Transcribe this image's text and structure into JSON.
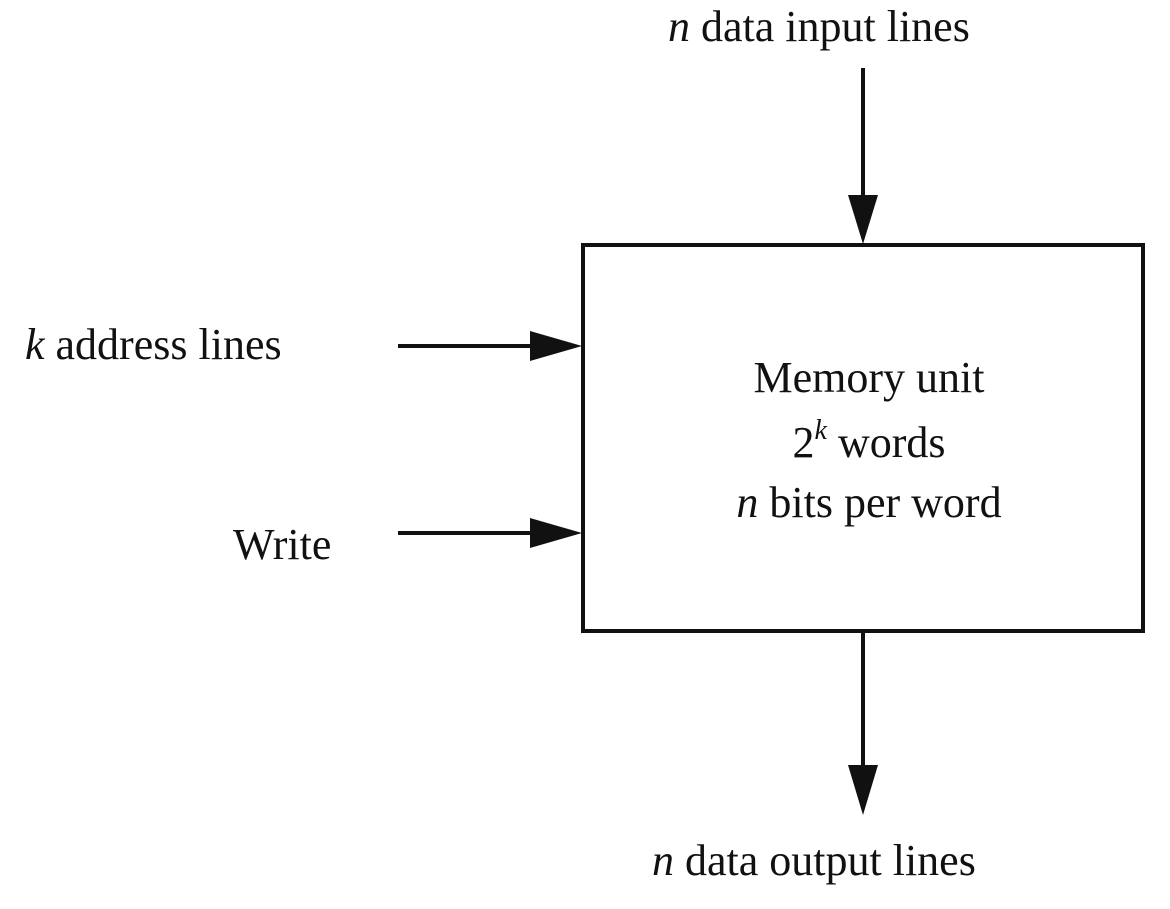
{
  "input": {
    "var": "n",
    "text": " data input lines"
  },
  "address": {
    "var": "k",
    "text": " address lines"
  },
  "write": {
    "text": "Write"
  },
  "memory_unit": {
    "title": "Memory unit",
    "words_base": "2",
    "words_exp": "k",
    "words_text": " words",
    "bits_var": "n",
    "bits_text": " bits per word"
  },
  "output": {
    "var": "n",
    "text": " data output lines"
  }
}
